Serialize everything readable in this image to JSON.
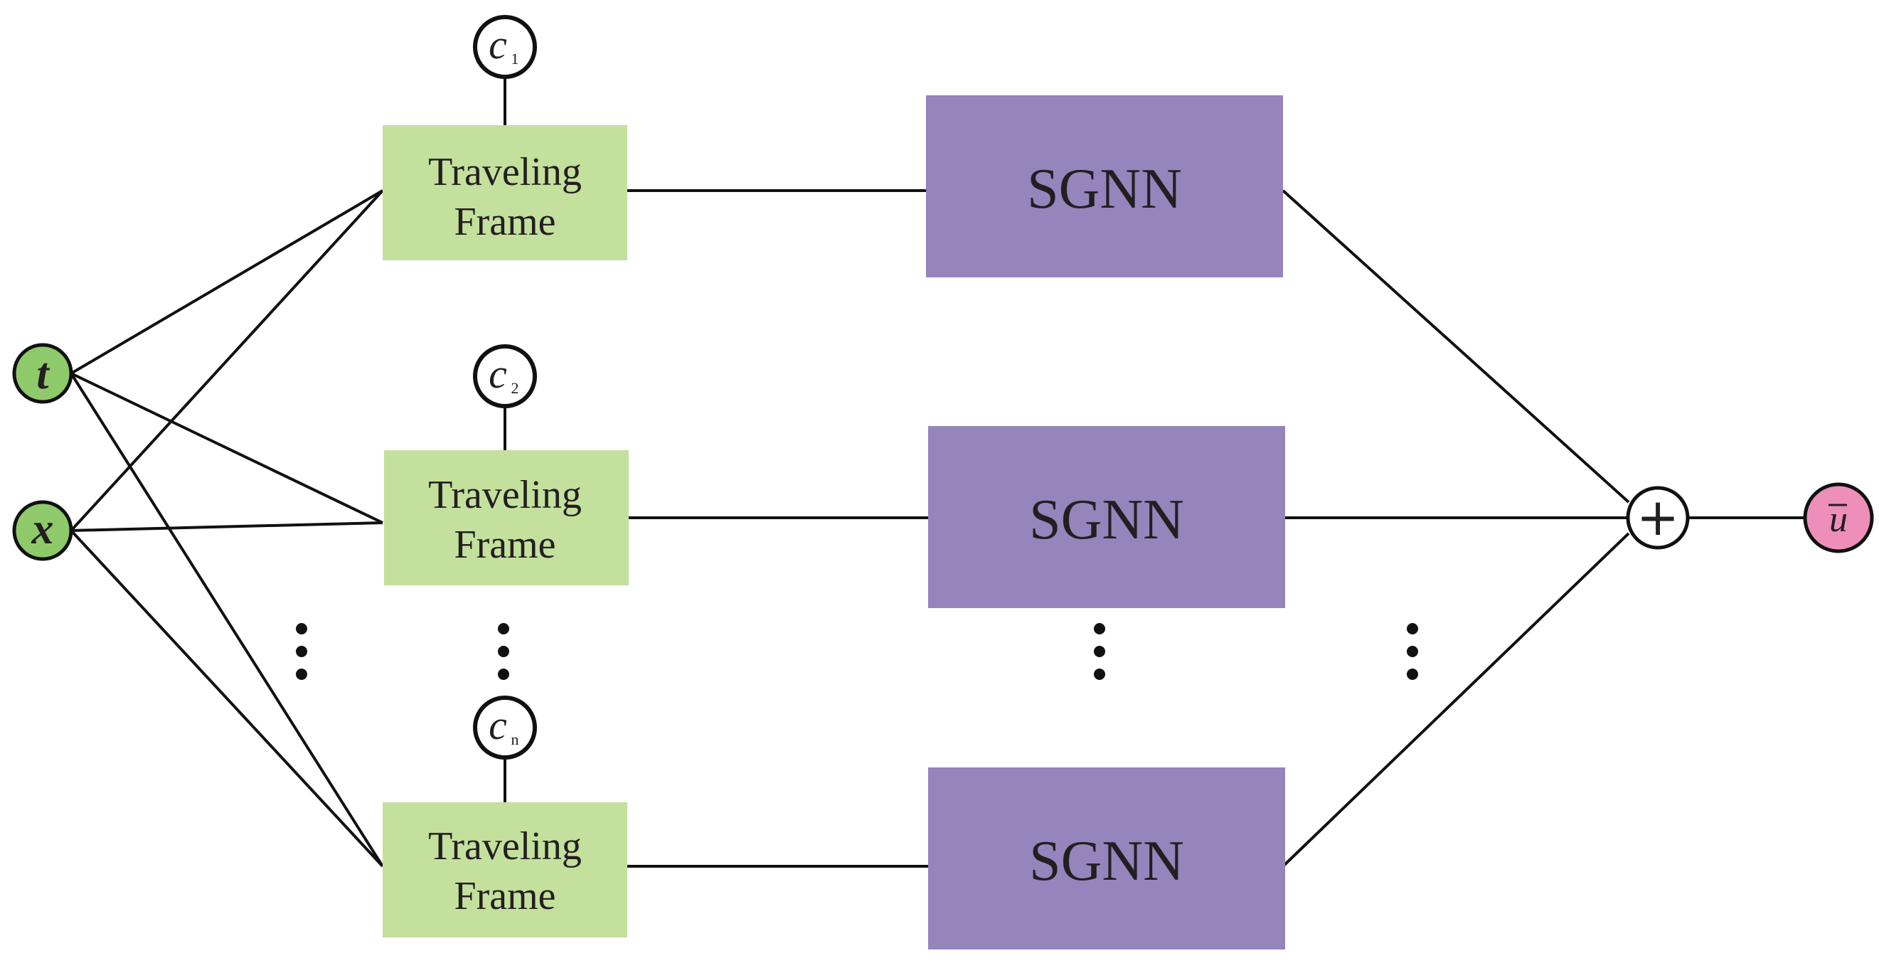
{
  "colors": {
    "input_node": "#8fca6a",
    "frame_box": "#c3e09d",
    "sgnn_box": "#9684bd",
    "output_node": "#ee8fba",
    "line": "#111111",
    "text": "#231f20"
  },
  "inputs": {
    "t": "t",
    "x": "x"
  },
  "frames": [
    {
      "line1": "Traveling",
      "line2": "Frame",
      "c_main": "c",
      "c_sub": "1"
    },
    {
      "line1": "Traveling",
      "line2": "Frame",
      "c_main": "c",
      "c_sub": "2"
    },
    {
      "line1": "Traveling",
      "line2": "Frame",
      "c_main": "c",
      "c_sub": "n"
    }
  ],
  "sgnn": [
    "SGNN",
    "SGNN",
    "SGNN"
  ],
  "sum_symbol": "+",
  "output": "u"
}
